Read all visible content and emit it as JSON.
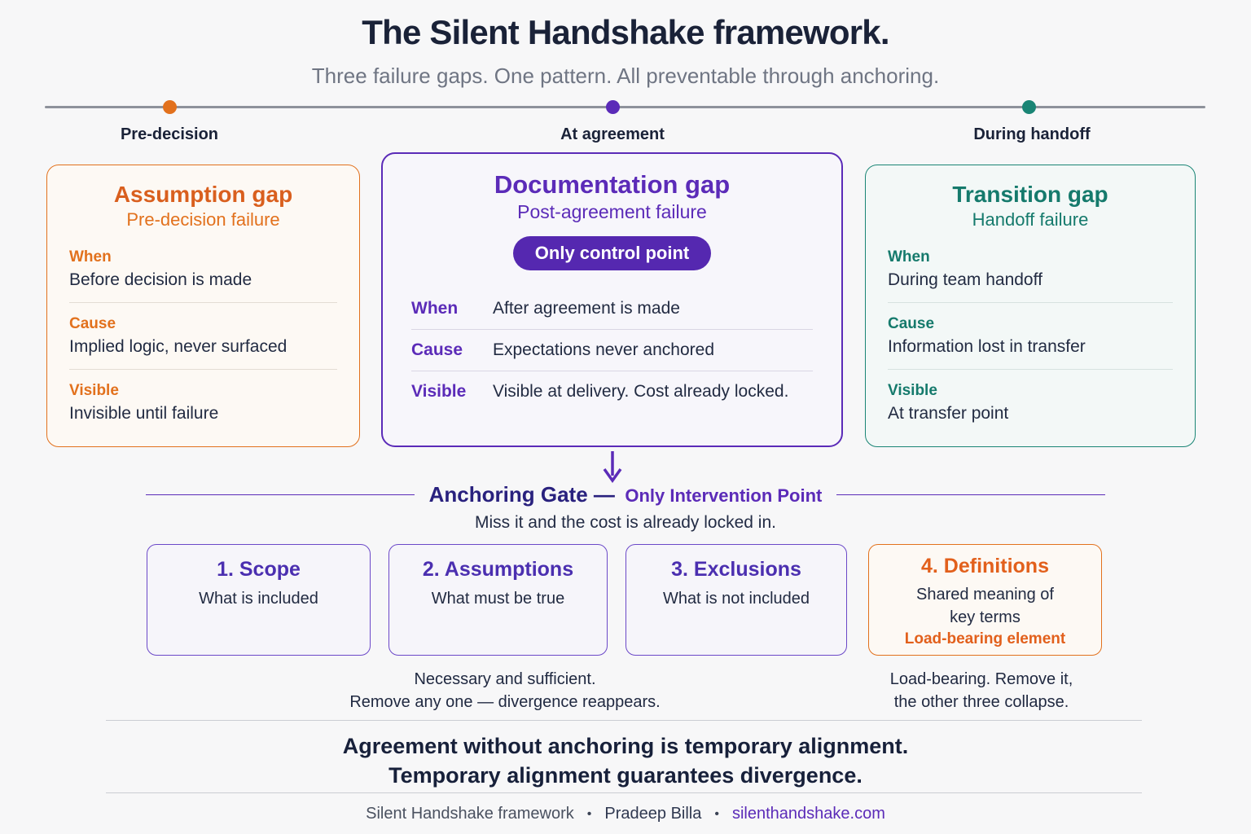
{
  "page": {
    "title": "The Silent Handshake framework.",
    "subtitle": "Three failure gaps. One pattern. All preventable through anchoring."
  },
  "colors": {
    "orange_accent": "#e2711d",
    "purple_accent": "#5b2bb8",
    "teal_accent": "#1a8575",
    "dark_navy": "#1a2238"
  },
  "timeline": {
    "markers": [
      {
        "label": "Pre-decision",
        "color": "#e2711d"
      },
      {
        "label": "At agreement",
        "color": "#5b2bb8"
      },
      {
        "label": "During handoff",
        "color": "#1a8575"
      }
    ]
  },
  "cards": [
    {
      "title": "Assumption gap",
      "subtitle": "Pre-decision failure",
      "accent": "#e2711d",
      "rows": [
        {
          "label": "When",
          "value": "Before decision is made"
        },
        {
          "label": "Cause",
          "value": "Implied logic, never surfaced"
        },
        {
          "label": "Visible",
          "value": "Invisible until failure"
        }
      ]
    },
    {
      "title": "Documentation gap",
      "subtitle": "Post-agreement failure",
      "badge": "Only control point",
      "accent": "#5b2bb8",
      "rows": [
        {
          "label": "When",
          "value": "After agreement is made"
        },
        {
          "label": "Cause",
          "value": "Expectations never anchored"
        },
        {
          "label": "Visible",
          "value": "Visible at delivery. Cost already locked."
        }
      ]
    },
    {
      "title": "Transition gap",
      "subtitle": "Handoff failure",
      "accent": "#1a8575",
      "rows": [
        {
          "label": "When",
          "value": "During team handoff"
        },
        {
          "label": "Cause",
          "value": "Information lost in transfer"
        },
        {
          "label": "Visible",
          "value": "At transfer point"
        }
      ]
    }
  ],
  "gate": {
    "heading_main": "Anchoring Gate —",
    "heading_sub": "Only Intervention Point",
    "subtitle": "Miss it and the cost is already locked in.",
    "boxes": [
      {
        "title": "1. Scope",
        "desc": "What is included"
      },
      {
        "title": "2. Assumptions",
        "desc": "What must be true"
      },
      {
        "title": "3. Exclusions",
        "desc": "What is not included"
      },
      {
        "title": "4. Definitions",
        "desc": "Shared meaning of key terms",
        "note": "Load-bearing element"
      }
    ],
    "left_note_line1": "Necessary and sufficient.",
    "left_note_line2": "Remove any one — divergence reappears.",
    "right_note_line1": "Load-bearing. Remove it,",
    "right_note_line2": "the other three collapse."
  },
  "statement": {
    "line1": "Agreement without anchoring is temporary alignment.",
    "line2": "Temporary alignment guarantees divergence."
  },
  "footer": {
    "brand": "Silent Handshake framework",
    "separator": "•",
    "author": "Pradeep Billa",
    "link": "silenthandshake.com"
  }
}
